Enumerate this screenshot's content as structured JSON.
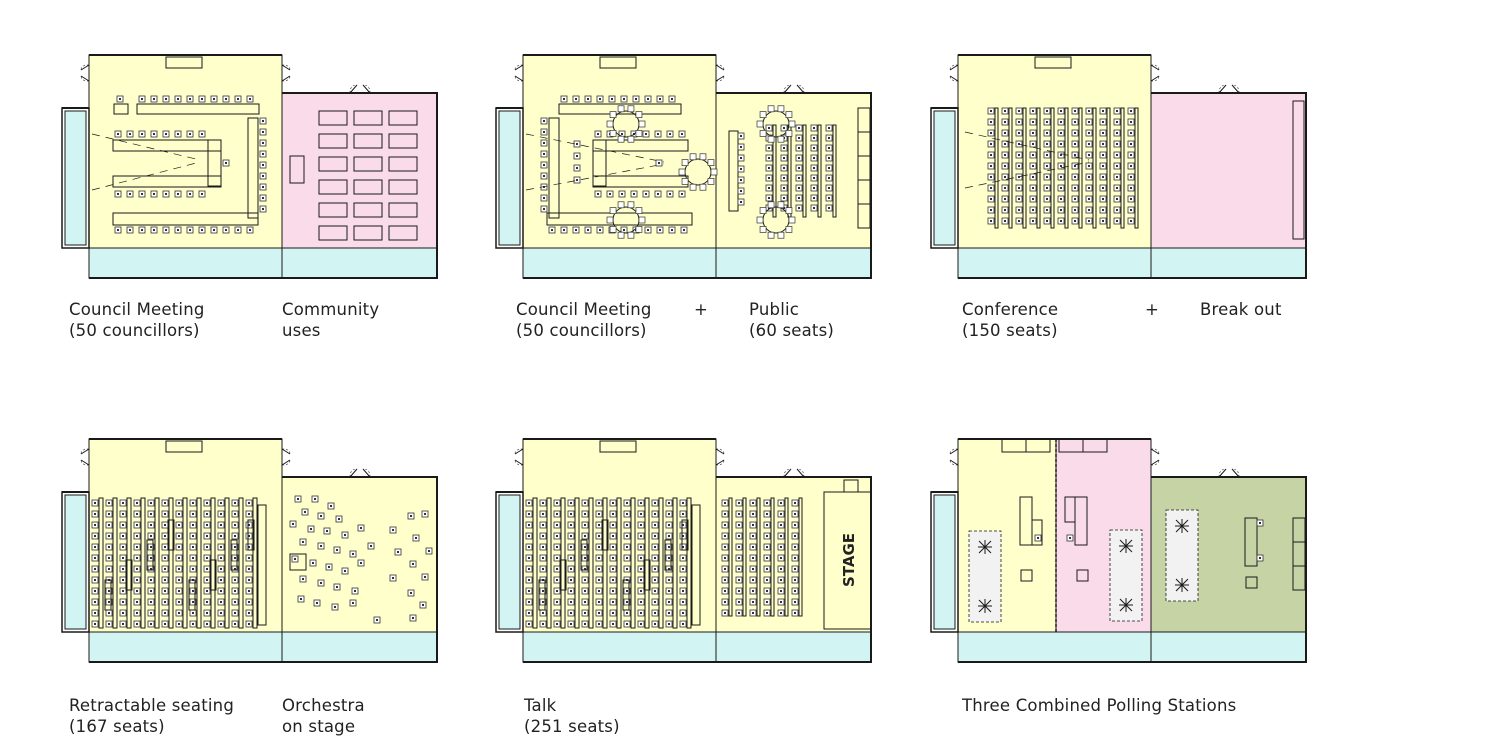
{
  "colors": {
    "yellow": "#ffffcc",
    "pink": "#fadbea",
    "cyan": "#d2f4f2",
    "green": "#c6d4a5",
    "line": "#1a1a1a",
    "seat": "#333333"
  },
  "labels": {
    "p1_left_1": "Council Meeting",
    "p1_left_2": "(50 councillors)",
    "p1_right_1": "Community",
    "p1_right_2": "uses",
    "p2_left_1": "Council Meeting",
    "p2_left_2": "(50 councillors)",
    "p2_plus": "+",
    "p2_right_1": "Public",
    "p2_right_2": "(60 seats)",
    "p3_left_1": "Conference",
    "p3_left_2": "(150 seats)",
    "p3_plus": "+",
    "p3_right_1": "Break out",
    "p4_left_1": "Retractable seating",
    "p4_left_2": "(167 seats)",
    "p4_right_1": "Orchestra",
    "p4_right_2": "on stage",
    "p5_left_1": "Talk",
    "p5_left_2": "(251 seats)",
    "p6_label": "Three Combined Polling Stations"
  },
  "plans": [
    {
      "name": "council-meeting-community",
      "left_zone": "yellow",
      "right_zone": "pink"
    },
    {
      "name": "council-meeting-public",
      "left_zone": "yellow",
      "right_zone": "yellow"
    },
    {
      "name": "conference-breakout",
      "left_zone": "yellow",
      "right_zone": "pink"
    },
    {
      "name": "retractable-orchestra",
      "left_zone": "yellow",
      "right_zone": "yellow"
    },
    {
      "name": "talk-stage",
      "left_zone": "yellow",
      "right_zone": "yellow",
      "stage_label": "STAGE"
    },
    {
      "name": "three-polling-stations",
      "zones": [
        "yellow",
        "pink",
        "green"
      ]
    }
  ]
}
